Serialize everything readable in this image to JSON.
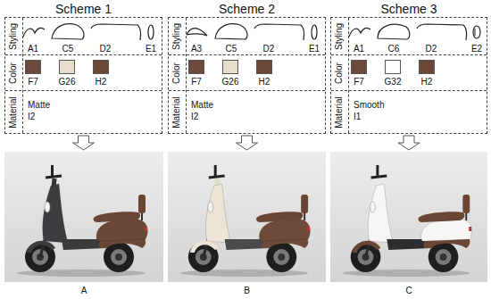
{
  "diagram": {
    "nodes": [
      {
        "text": [
          "Scheme 1"
        ]
      },
      {
        "text": [
          "Styling",
          "A1",
          "C5",
          "D2",
          "E1"
        ],
        "in": 0
      },
      {
        "text": [
          "Color",
          "F7",
          "G26",
          "H2"
        ],
        "in": 0
      },
      {
        "text": [
          "Material",
          "Matte I2"
        ],
        "in": 0
      },
      {
        "text": [
          "Scheme 2"
        ]
      },
      {
        "text": [
          "Styling",
          "A3",
          "C5",
          "D2",
          "E1"
        ],
        "in": 4
      },
      {
        "text": [
          "Color",
          "F7",
          "G26",
          "H2"
        ],
        "in": 4
      },
      {
        "text": [
          "Material",
          "Matte I2"
        ],
        "in": 4
      },
      {
        "text": [
          "Scheme 3"
        ]
      },
      {
        "text": [
          "Styling",
          "A1",
          "C6",
          "D2",
          "E2"
        ],
        "in": 8
      },
      {
        "text": [
          "Color",
          "F7",
          "G32",
          "H2"
        ],
        "in": 8
      },
      {
        "text": [
          "Material",
          "Smooth I1"
        ],
        "in": 8
      },
      {
        "text": [
          "A"
        ]
      },
      {
        "text": [
          "B"
        ]
      },
      {
        "text": [
          "C"
        ]
      }
    ],
    "edges": [
      {
        "from": 0,
        "to": 12,
        "arrow": "to"
      },
      {
        "from": 4,
        "to": 13,
        "arrow": "to"
      },
      {
        "from": 8,
        "to": 14,
        "arrow": "to"
      }
    ]
  }
}
